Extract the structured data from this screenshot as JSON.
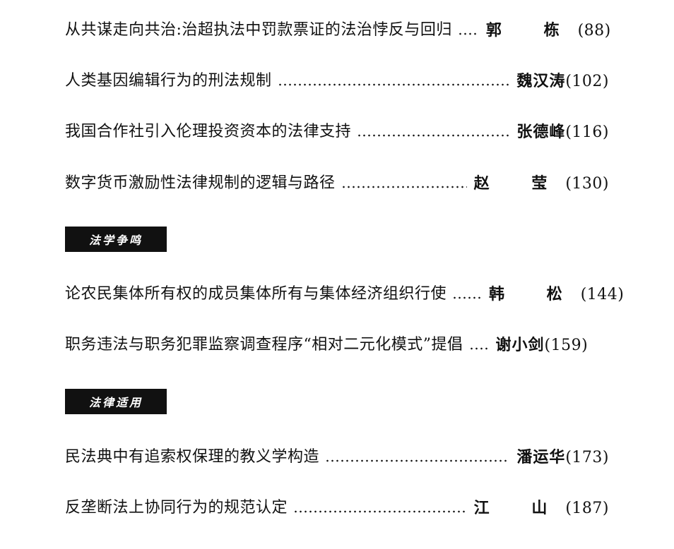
{
  "toc": {
    "entries_group_1": [
      {
        "title": "从共谋走向共治:治超执法中罚款票证的法治悖反与回归",
        "author": "郭 栋",
        "page": "(88)"
      },
      {
        "title": "人类基因编辑行为的刑法规制",
        "author": "魏汉涛",
        "page": "(102)"
      },
      {
        "title": "我国合作社引入伦理投资资本的法律支持",
        "author": "张德峰",
        "page": "(116)"
      },
      {
        "title": "数字货币激励性法律规制的逻辑与路径",
        "author": "赵 莹",
        "page": "(130)"
      }
    ],
    "section_2": {
      "header": "法学争鸣",
      "entries": [
        {
          "title": "论农民集体所有权的成员集体所有与集体经济组织行使",
          "author": "韩 松",
          "page": "(144)"
        },
        {
          "title": "职务违法与职务犯罪监察调查程序“相对二元化模式”提倡",
          "author": "谢小剑",
          "page": "(159)"
        }
      ]
    },
    "section_3": {
      "header": "法律适用",
      "entries": [
        {
          "title": "民法典中有追索权保理的教义学构造",
          "author": "潘运华",
          "page": "(173)"
        },
        {
          "title": "反垄断法上协同行为的规范认定",
          "author": "江 山",
          "page": "(187)"
        }
      ]
    }
  }
}
